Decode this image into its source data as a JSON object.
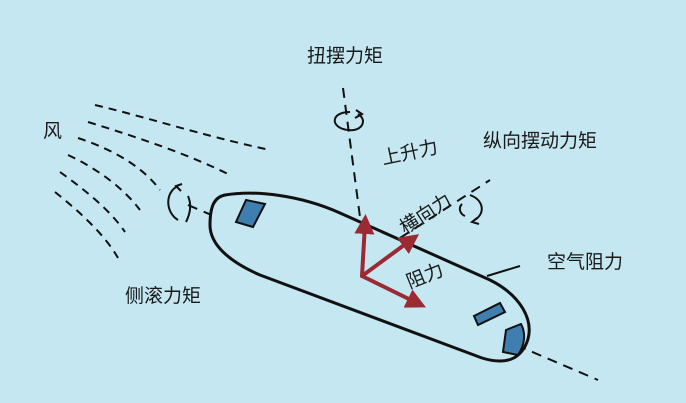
{
  "labels": {
    "wind": "风",
    "yaw_moment": "扭摆力矩",
    "lift": "上升力",
    "pitch_moment": "纵向摆动力矩",
    "side_force": "横向力",
    "drag": "阻力",
    "air_resistance": "空气阻力",
    "roll_moment": "侧滚力矩"
  },
  "colors": {
    "background": "#c5e7f1",
    "outline": "#111111",
    "force_arrow": "#9b2a33",
    "window_fill": "#3f7fb0"
  }
}
